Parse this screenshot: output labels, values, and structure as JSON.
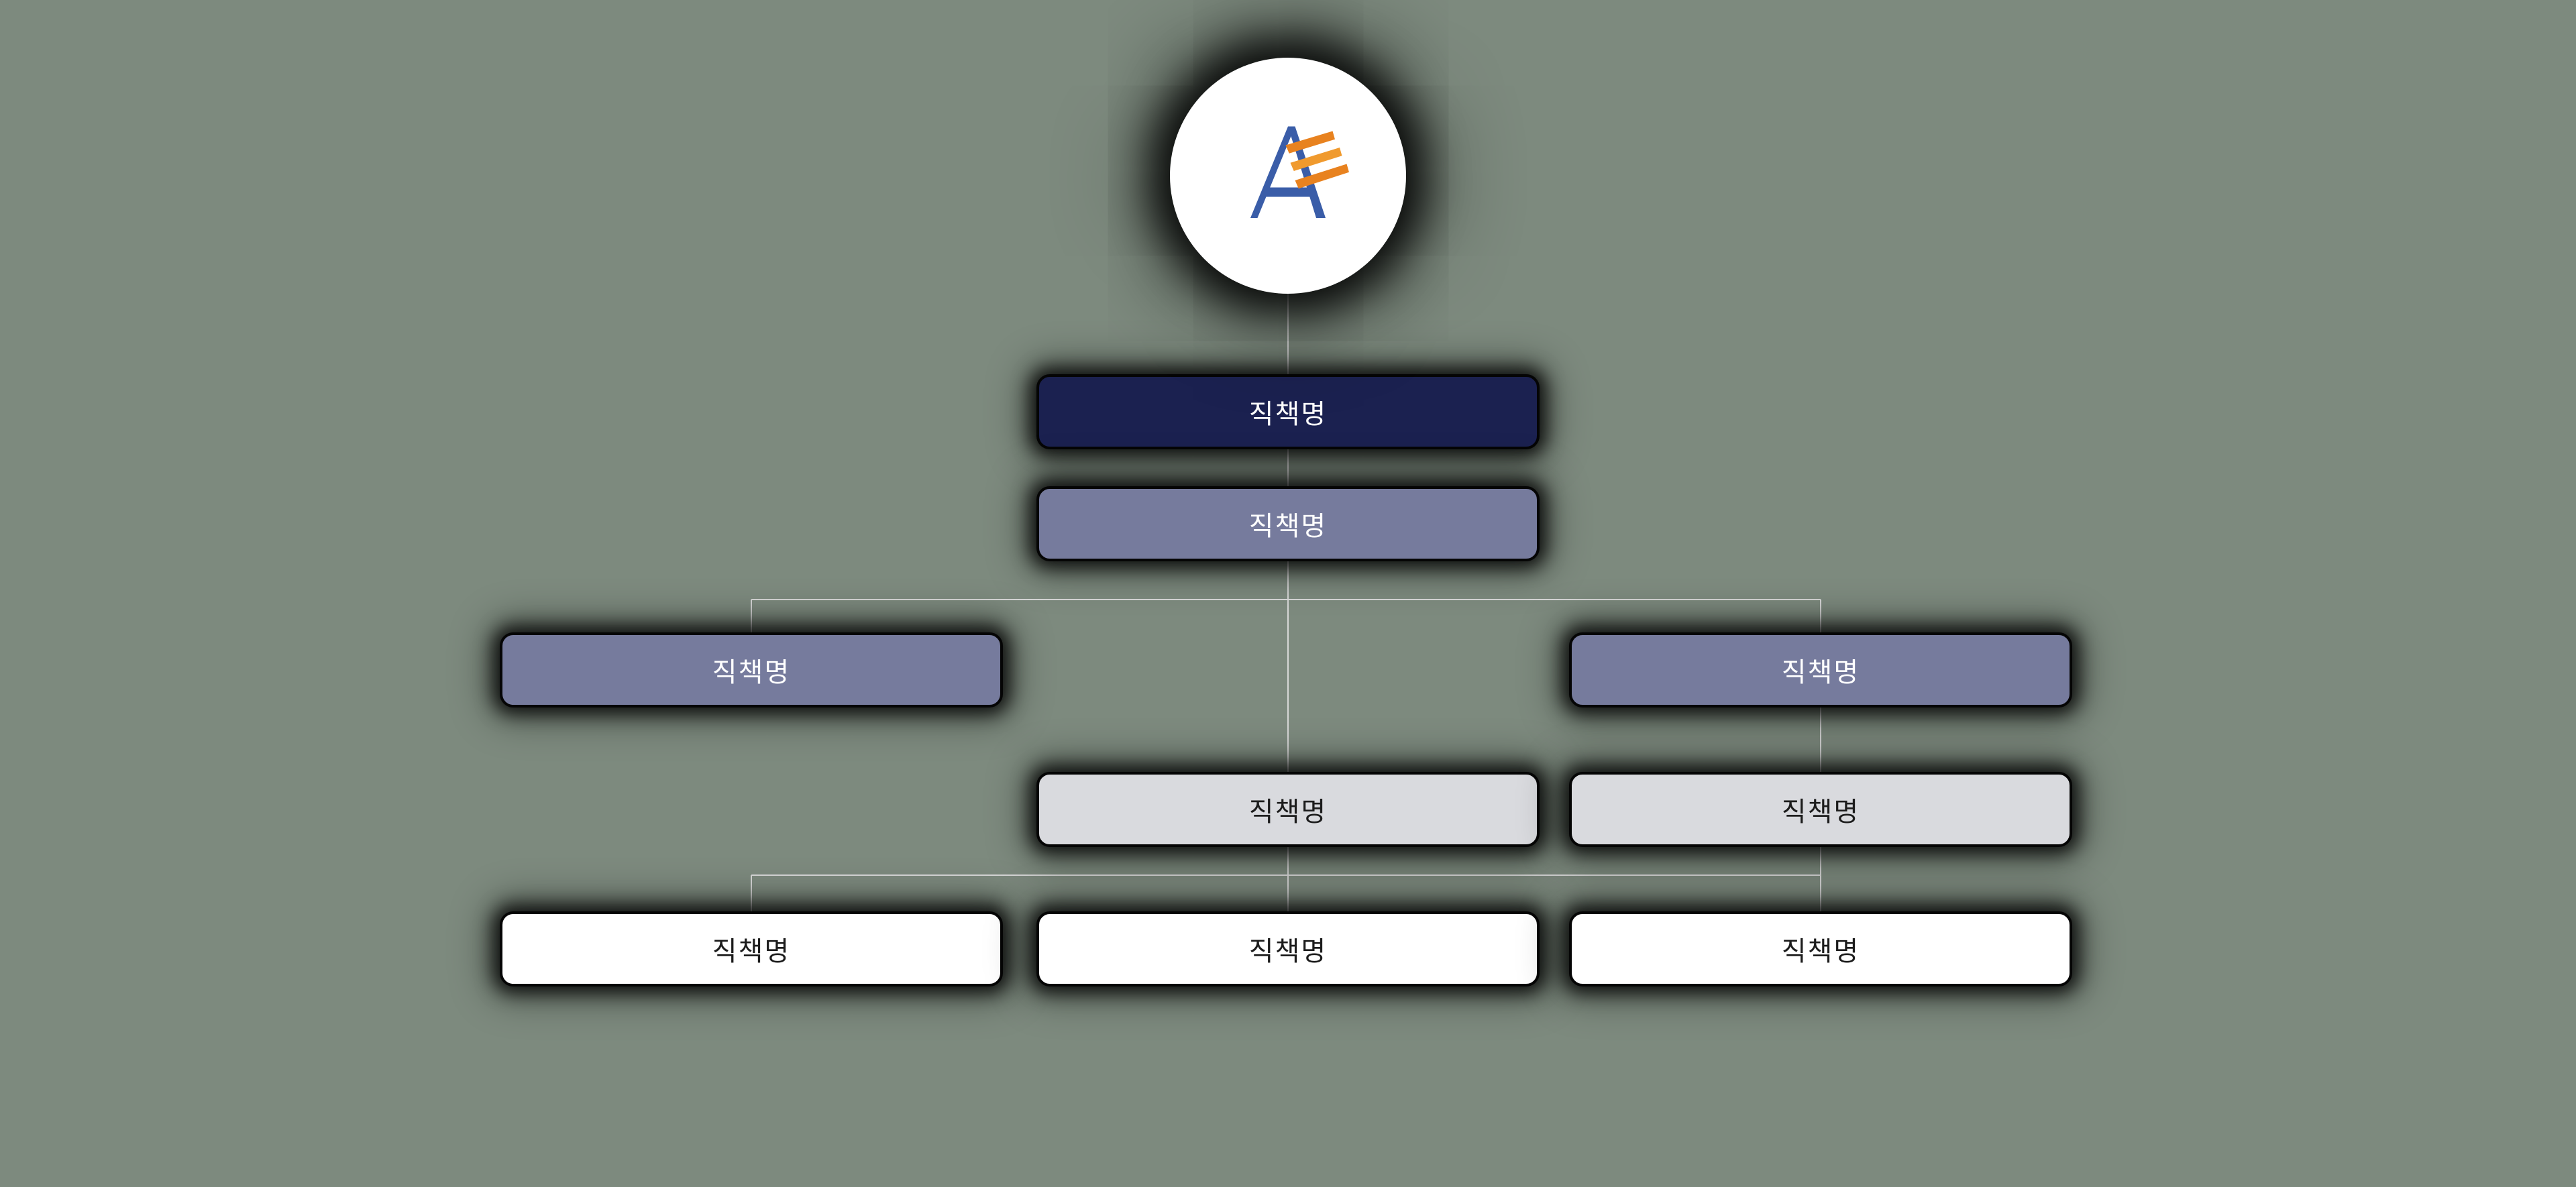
{
  "colors": {
    "background": "#7d8a7e",
    "node_dark": "#1b2150",
    "node_medium": "#767b9d",
    "node_light": "#d9dade",
    "node_white": "#ffffff",
    "connector": "#d8d8d8",
    "logo_blue": "#3a5da8",
    "logo_orange": "#e8821f"
  },
  "logo": {
    "name": "company-logo-a-mark"
  },
  "nodes": {
    "root": {
      "label": "직책명"
    },
    "deputy": {
      "label": "직책명"
    },
    "branch_left": {
      "label": "직책명"
    },
    "branch_right": {
      "label": "직책명"
    },
    "mid_center": {
      "label": "직책명"
    },
    "mid_right": {
      "label": "직책명"
    },
    "leaf_left": {
      "label": "직책명"
    },
    "leaf_center": {
      "label": "직책명"
    },
    "leaf_right": {
      "label": "직책명"
    }
  }
}
